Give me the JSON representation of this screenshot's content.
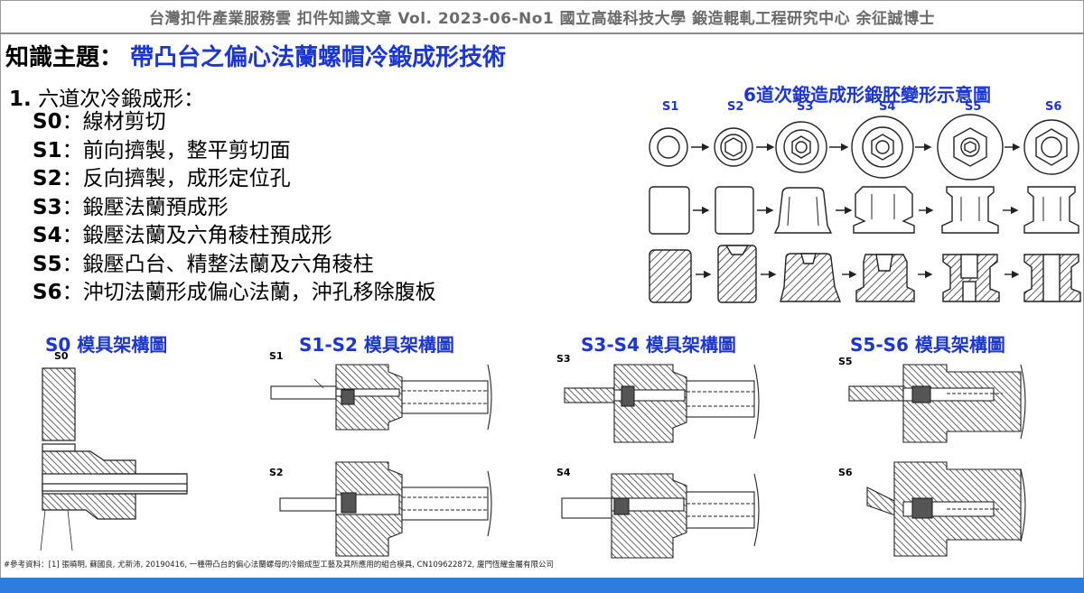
{
  "header": {
    "text": "台灣扣件產業服務雲  扣件知識文章  Vol. 2023-06-No1  國立高雄科技大學  鍛造輥軋工程研究中心  余征誠博士"
  },
  "topic": {
    "label": "知識主題：",
    "value": "帶凸台之偏心法蘭螺帽冷鍛成形技術"
  },
  "steps": {
    "title_num": "1.",
    "title": "六道次冷鍛成形：",
    "items": [
      {
        "code": "S0",
        "text": "：線材剪切"
      },
      {
        "code": "S1",
        "text": "：前向擠製，整平剪切面"
      },
      {
        "code": "S2",
        "text": "：反向擠製，成形定位孔"
      },
      {
        "code": "S3",
        "text": "：鍛壓法蘭預成形"
      },
      {
        "code": "S4",
        "text": "：鍛壓法蘭及六角稜柱預成形"
      },
      {
        "code": "S5",
        "text": "：鍛壓凸台、精整法蘭及六角稜柱"
      },
      {
        "code": "S6",
        "text": "：沖切法蘭形成偏心法蘭，沖孔移除腹板"
      }
    ]
  },
  "diagram": {
    "title": "6道次鍛造成形鍛胚變形示意圖",
    "stages": [
      "S1",
      "S2",
      "S3",
      "S4",
      "S5",
      "S6"
    ]
  },
  "die_sections": {
    "s0_title": "S0 模具架構圖",
    "s0_sub": "S0",
    "s12_title": "S1-S2 模具架構圖",
    "s12_sub_a": "S1",
    "s12_sub_b": "S2",
    "s34_title": "S3-S4 模具架構圖",
    "s34_sub_a": "S3",
    "s34_sub_b": "S4",
    "s56_title": "S5-S6 模具架構圖",
    "s56_sub_a": "S5",
    "s56_sub_b": "S6"
  },
  "reference": "#參考資料：[1] 張曉明, 蘇國良, 尤新沛, 20190416, 一種帶凸台的偏心法蘭螺母的冷鍛成型工藝及其所應用的組合模具, CN109622872, 廈門恆耀金屬有限公司",
  "colors": {
    "accent_blue": "#1a35d8",
    "bottom_bar": "#2d7de0",
    "header_gray": "#6a6a6a"
  }
}
